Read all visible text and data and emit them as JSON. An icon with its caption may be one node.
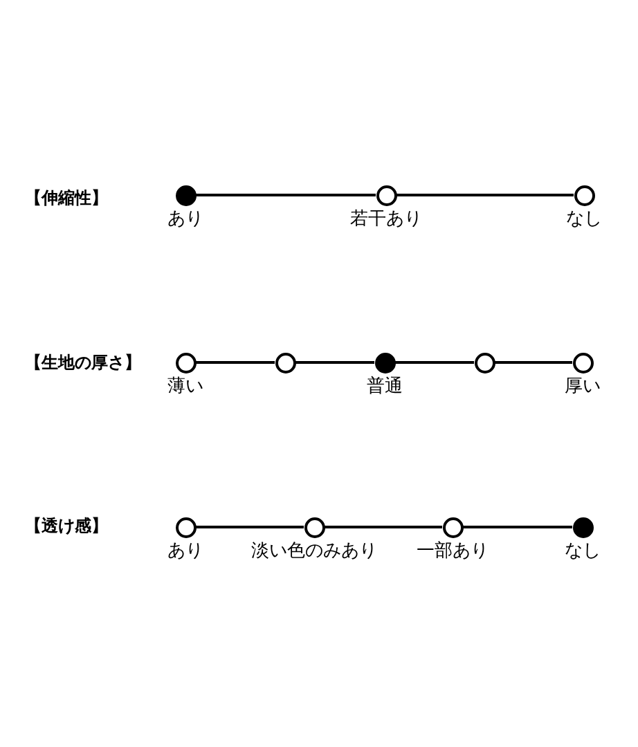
{
  "diagram": {
    "nodes": [
      {
        "text": [],
        "shape": "dot",
        "beside": [
          "あり"
        ]
      },
      {
        "text": [],
        "shape": "circle",
        "beside": [
          "若干あり"
        ]
      },
      {
        "text": [],
        "shape": "circle",
        "beside": [
          "なし"
        ]
      },
      {
        "text": [],
        "shape": "circle",
        "beside": [
          "薄い"
        ]
      },
      {
        "text": [],
        "shape": "circle"
      },
      {
        "text": [],
        "shape": "dot",
        "beside": [
          "普通"
        ]
      },
      {
        "text": [],
        "shape": "circle"
      },
      {
        "text": [],
        "shape": "circle",
        "beside": [
          "厚い"
        ]
      },
      {
        "text": [],
        "shape": "circle",
        "beside": [
          "あり"
        ]
      },
      {
        "text": [],
        "shape": "circle",
        "beside": [
          "淡い色のみあり"
        ]
      },
      {
        "text": [],
        "shape": "circle",
        "beside": [
          "一部あり"
        ]
      },
      {
        "text": [],
        "shape": "dot",
        "beside": [
          "なし"
        ]
      }
    ],
    "edges": [
      {
        "from": 0,
        "to": 1,
        "arrow": "none"
      },
      {
        "from": 1,
        "to": 2,
        "arrow": "none"
      },
      {
        "from": 3,
        "to": 4,
        "arrow": "none"
      },
      {
        "from": 4,
        "to": 5,
        "arrow": "none"
      },
      {
        "from": 5,
        "to": 6,
        "arrow": "none"
      },
      {
        "from": 6,
        "to": 7,
        "arrow": "none"
      },
      {
        "from": 8,
        "to": 9,
        "arrow": "none"
      },
      {
        "from": 9,
        "to": 10,
        "arrow": "none"
      },
      {
        "from": 10,
        "to": 11,
        "arrow": "none"
      }
    ],
    "labels": [
      "【伸縮性】",
      "【生地の厚さ】",
      "【透け感】"
    ]
  }
}
